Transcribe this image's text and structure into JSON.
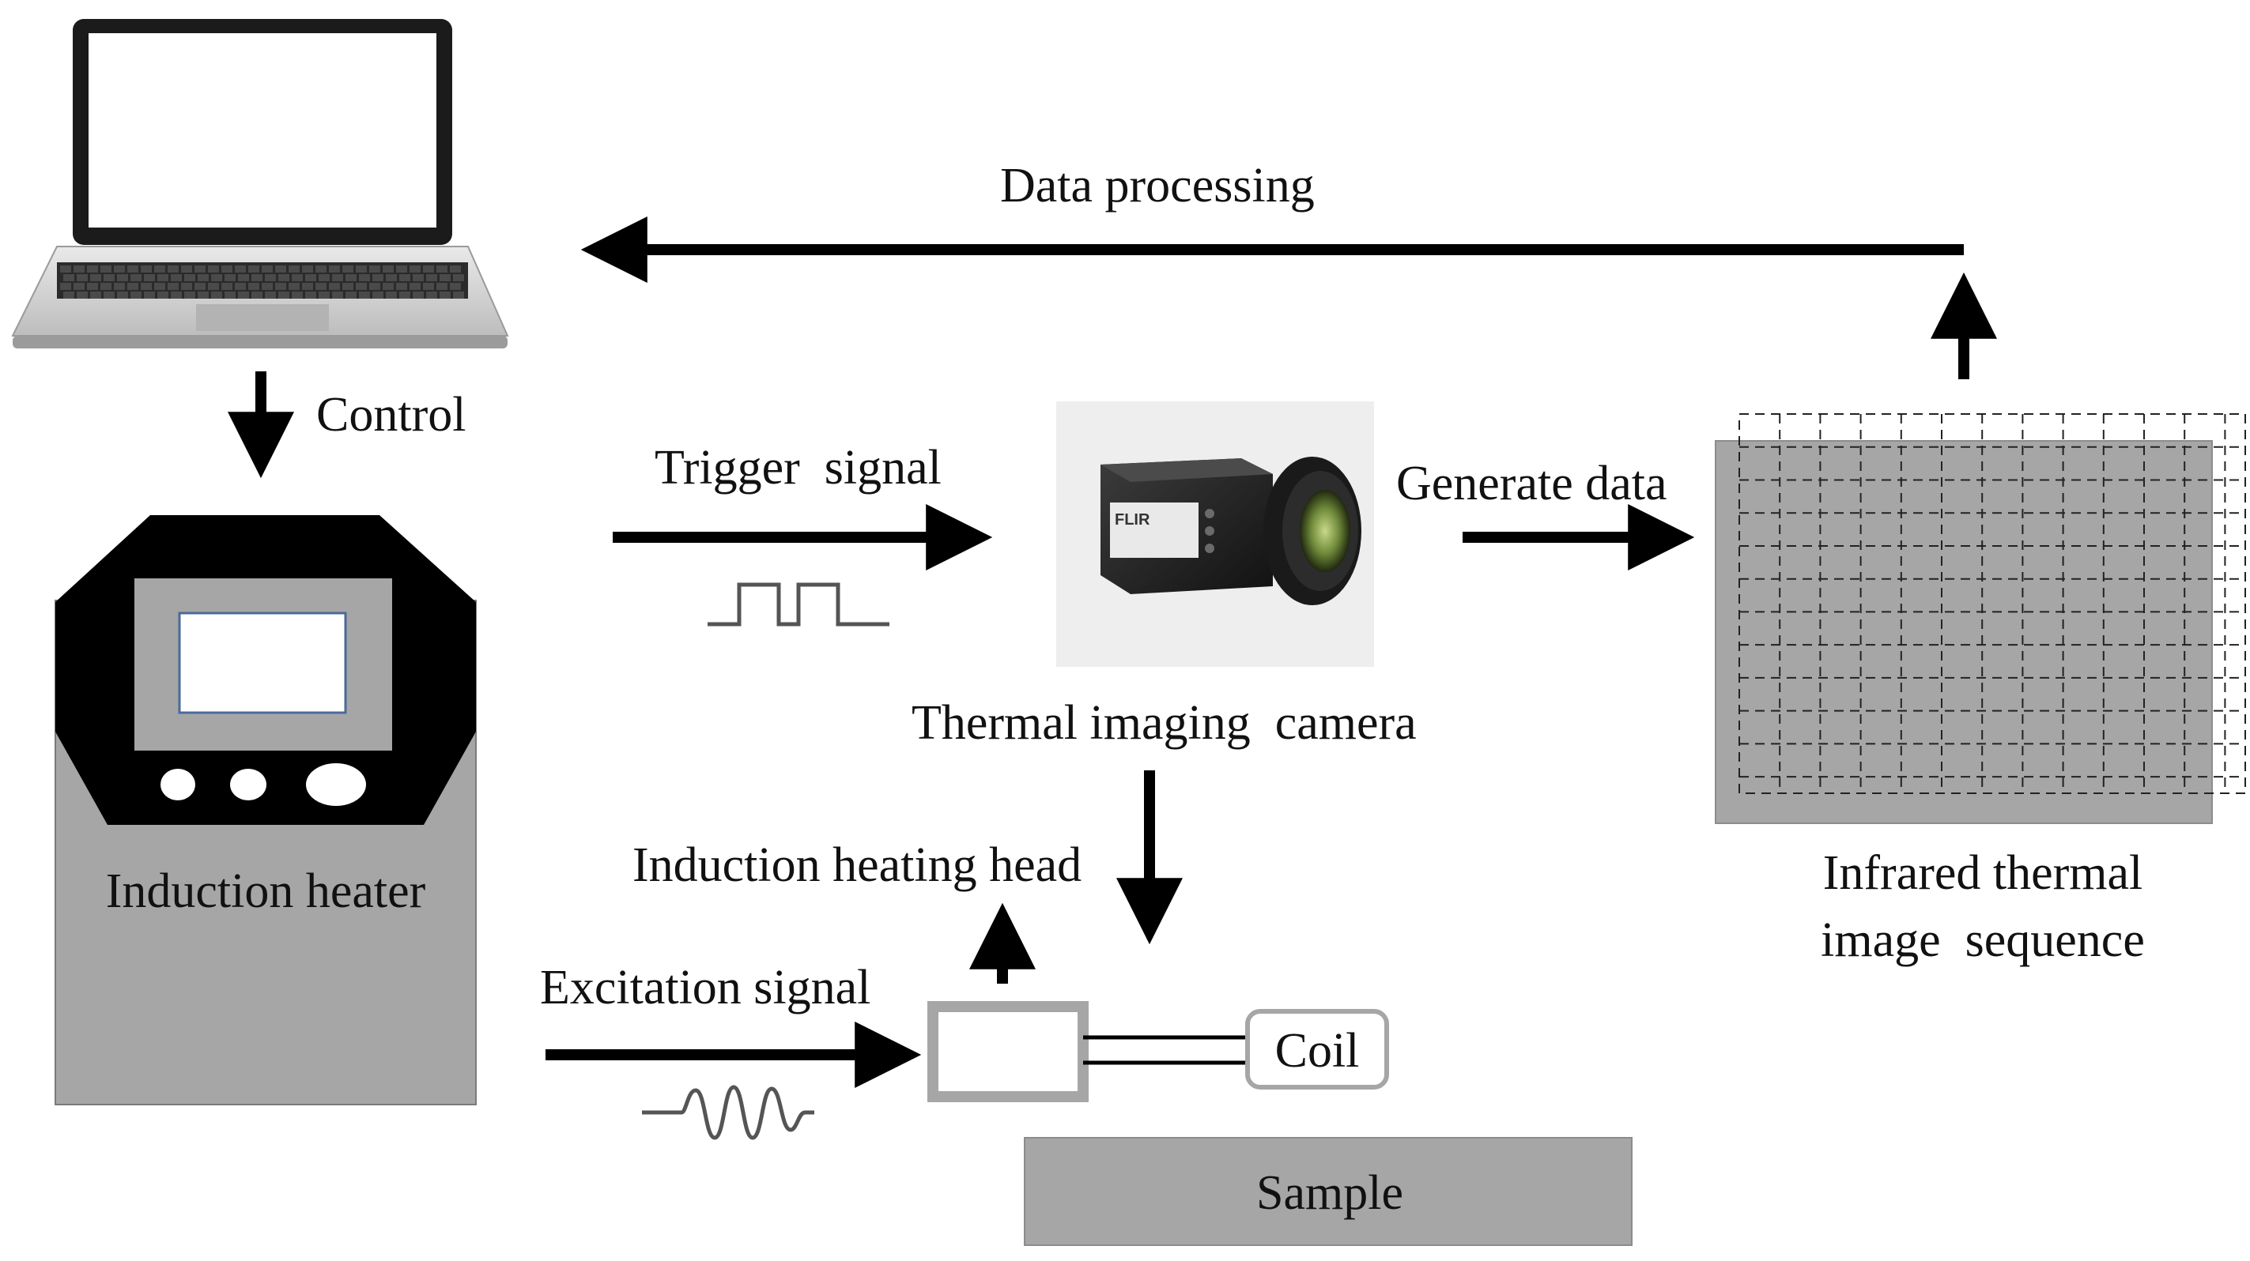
{
  "labels": {
    "data_processing": "Data processing",
    "control": "Control",
    "trigger_signal": "Trigger  signal",
    "generate_data": "Generate data",
    "thermal_camera": "Thermal imaging  camera",
    "induction_heater": "Induction heater",
    "induction_heating_head": "Induction heating head",
    "excitation_signal": "Excitation signal",
    "coil": "Coil",
    "sample": "Sample",
    "infrared_line1": "Infrared thermal",
    "infrared_line2": "image  sequence"
  },
  "camera": {
    "brand": "FLIR"
  },
  "colors": {
    "arrow": "#000000",
    "gray_fill": "#a6a6a6",
    "heater_black": "#000000",
    "screen_border": "#4a6a9a",
    "text": "#111111"
  }
}
